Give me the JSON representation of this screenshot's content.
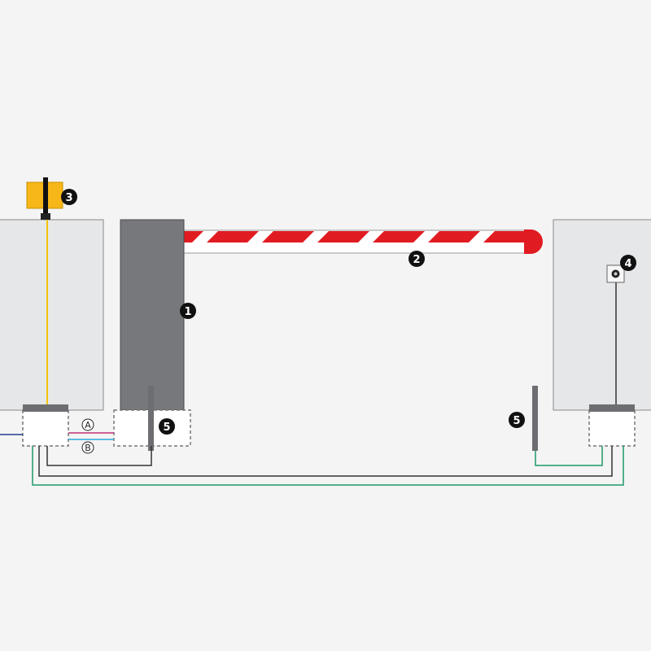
{
  "diagram": {
    "components": [
      {
        "id": "barrier-cabinet",
        "marker": "1"
      },
      {
        "id": "boom-arm",
        "marker": "2"
      },
      {
        "id": "warning-lamp",
        "marker": "3"
      },
      {
        "id": "key-switch",
        "marker": "4"
      },
      {
        "id": "photocell-post-left",
        "marker": "5"
      },
      {
        "id": "photocell-post-right",
        "marker": "5"
      }
    ],
    "cable_labels": [
      "A",
      "B"
    ],
    "colors": {
      "background": "#f4f4f4",
      "cabinet": "#77787b",
      "pillar": "#e6e7e8",
      "boom_red": "#e11b22",
      "boom_white": "#ffffff",
      "lamp": "#f7b718",
      "cable_green": "#1c9a66",
      "cable_dark": "#333333",
      "cable_magenta": "#c0307a",
      "cable_cyan": "#29a9e0",
      "cable_blue": "#1b3f8f",
      "cable_yellow": "#f4c20d",
      "marker": "#111111"
    }
  }
}
